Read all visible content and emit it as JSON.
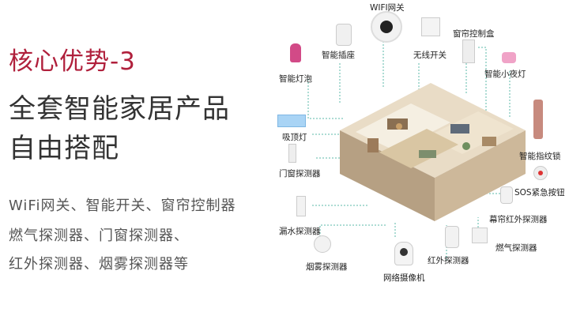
{
  "headline": {
    "title": "核心优势-3",
    "line1": "全套智能家居产品",
    "line2": "自由搭配"
  },
  "features": [
    "WiFi网关、智能开关、窗帘控制器",
    "燃气探测器、门窗探测器、",
    "红外探测器、烟雾探测器等"
  ],
  "devices": {
    "wifi_gateway": "WIFI网关",
    "smart_socket": "智能插座",
    "curtain_box": "窗帘控制盒",
    "wireless_switch": "无线开关",
    "smart_bulb": "智能灯泡",
    "night_light": "智能小夜灯",
    "ceiling_light": "吸顶灯",
    "fingerprint_lock": "智能指纹锁",
    "door_window_detector": "门窗探测器",
    "sos_button": "SOS紧急按钮",
    "curtain_ir_detector": "幕帘红外探测器",
    "water_detector": "漏水探测器",
    "gas_detector": "燃气探测器",
    "ir_detector": "红外探测器",
    "smoke_detector": "烟雾探测器",
    "network_camera": "网络摄像机"
  },
  "colors": {
    "accent": "#b0203c",
    "heading": "#333333",
    "body": "#555555",
    "connector": "#5bb8a8"
  }
}
